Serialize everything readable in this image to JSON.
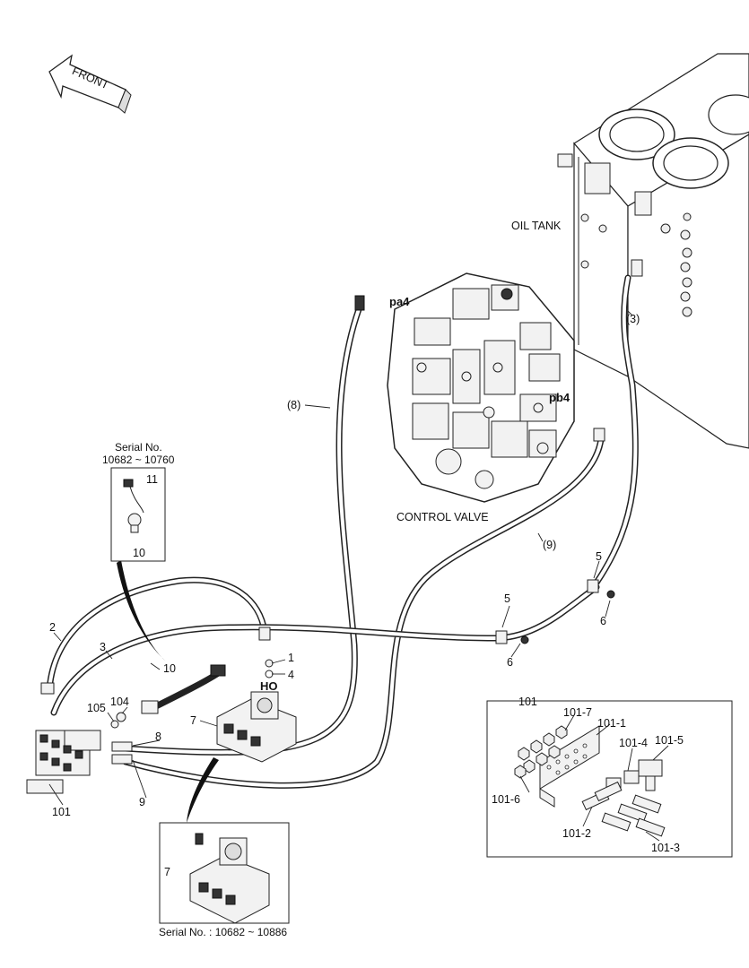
{
  "direction_arrow": "FRONT",
  "components": {
    "oil_tank": "OIL TANK",
    "control_valve": "CONTROL VALVE"
  },
  "ports": {
    "pa4": "pa4",
    "pb4": "pb4",
    "ho": "HO"
  },
  "hose_labels": {
    "h3": "(3)",
    "h8": "(8)",
    "h9": "(9)"
  },
  "callouts": {
    "c1": "1",
    "c2": "2",
    "c3": "3",
    "c4": "4",
    "c5a": "5",
    "c5b": "5",
    "c6a": "6",
    "c6b": "6",
    "c7": "7",
    "c8": "8",
    "c9": "9",
    "c10": "10",
    "c104": "104",
    "c105": "105",
    "c101": "101"
  },
  "inset_serial": {
    "title": "Serial No.",
    "range": "10682 ~ 10760",
    "c11": "11",
    "c10": "10"
  },
  "inset_valve": {
    "c7": "7",
    "serial": "Serial No. : 10682 ~ 10886"
  },
  "inset_101": {
    "title": "101",
    "c101_7": "101-7",
    "c101_1": "101-1",
    "c101_4": "101-4",
    "c101_5": "101-5",
    "c101_6": "101-6",
    "c101_2": "101-2",
    "c101_3": "101-3"
  }
}
